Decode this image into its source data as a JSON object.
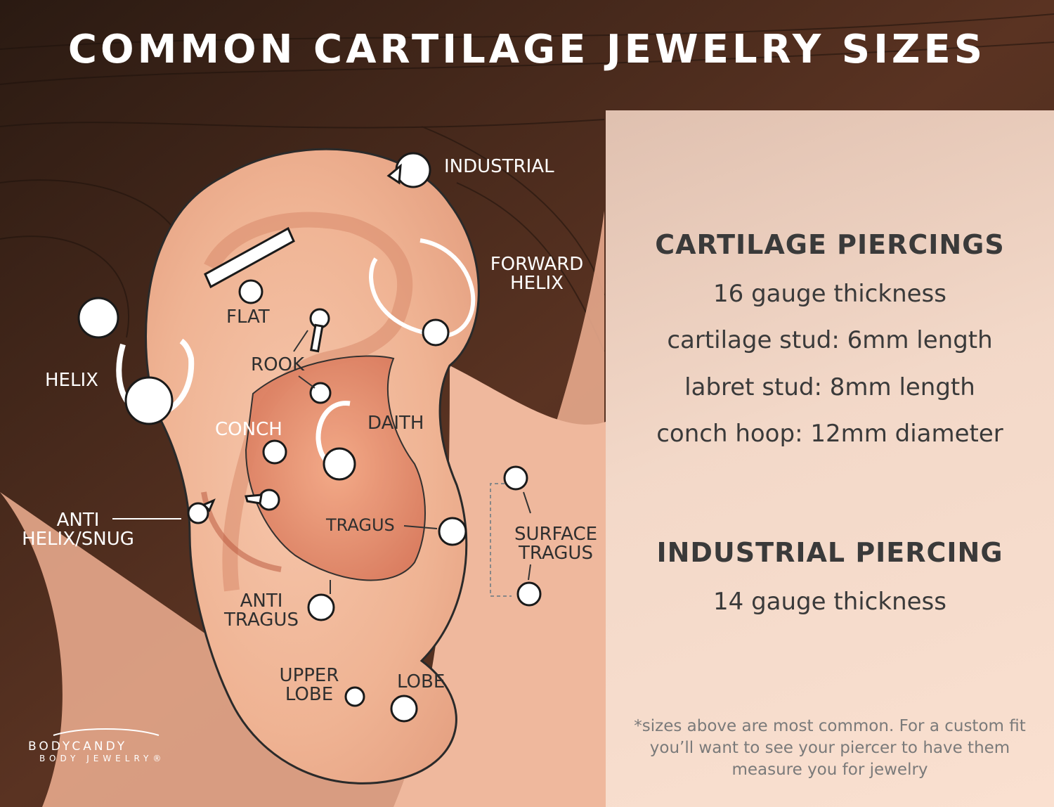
{
  "title": "COMMON CARTILAGE JEWELRY SIZES",
  "cartilage": {
    "heading": "CARTILAGE PIERCINGS",
    "lines": [
      "16 gauge thickness",
      "cartilage stud: 6mm length",
      "labret stud: 8mm length",
      "conch hoop: 12mm diameter"
    ]
  },
  "industrial": {
    "heading": "INDUSTRIAL PIERCING",
    "lines": [
      "14 gauge thickness"
    ]
  },
  "note": "*sizes above are most common. For a custom fit you’ll want to see your piercer to have them measure you for jewelry",
  "labels": {
    "industrial": "INDUSTRIAL",
    "forward_helix": [
      "FORWARD",
      "HELIX"
    ],
    "flat": "FLAT",
    "rook": "ROOK",
    "helix": "HELIX",
    "conch": "CONCH",
    "daith": "DAITH",
    "anti_helix": [
      "ANTI",
      "HELIX/SNUG"
    ],
    "tragus": "TRAGUS",
    "surface_tragus": [
      "SURFACE",
      "TRAGUS"
    ],
    "anti_tragus": [
      "ANTI",
      "TRAGUS"
    ],
    "upper_lobe": [
      "UPPER",
      "LOBE"
    ],
    "lobe": "LOBE"
  },
  "logo": {
    "brand": "BODYCANDY",
    "sub": "BODY JEWELRY®"
  },
  "colors": {
    "skin": "#f2b89c",
    "hair": "#3a2418",
    "panel": "#f9dfcf",
    "text": "#3a3a3a",
    "jewelry": "#ffffff"
  }
}
